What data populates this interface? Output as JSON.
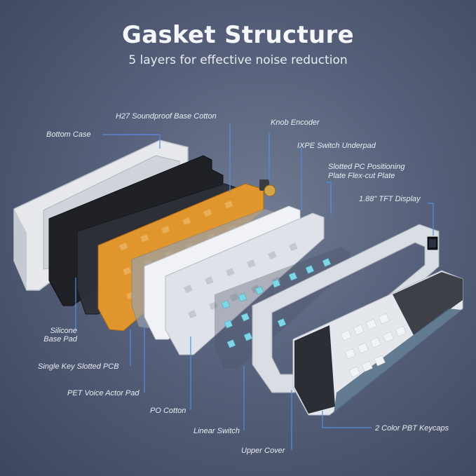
{
  "header": {
    "title": "Gasket Structure",
    "subtitle": "5 layers for effective noise reduction"
  },
  "colors": {
    "background": "#56607a",
    "callout_line": "#4f8fe0",
    "pcb": "#e0962c",
    "switch_stem": "#7fd6e6",
    "keycap_light": "#f2f3f6",
    "keycap_dark": "#2b2e35",
    "keycap_blue": "#4c6781"
  },
  "labels": {
    "bottom_case": "Bottom Case",
    "h27_cotton": "H27 Soundproof Base Cotton",
    "knob_encoder": "Knob Encoder",
    "ixpe": "IXPE Switch Underpad",
    "plate_line1": "Slotted PC Positioning",
    "plate_line2": "Plate Flex-cut Plate",
    "tft": "1.88\" TFT Display",
    "silicone_line1": "Silicone",
    "silicone_line2": "Base Pad",
    "pcb": "Single Key Slotted PCB",
    "pet": "PET Voice Actor Pad",
    "po_cotton": "PO Cotton",
    "linear_switch": "Linear Switch",
    "upper_cover": "Upper Cover",
    "keycaps": "2 Color PBT Keycaps"
  },
  "icons": {
    "knob": "knob-icon",
    "display": "tft-display-icon"
  }
}
